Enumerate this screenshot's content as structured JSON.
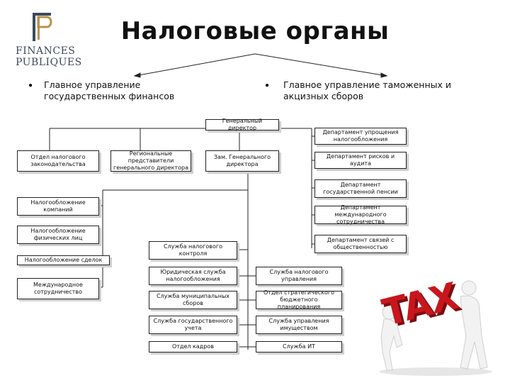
{
  "logo": {
    "line1": "FINANCES",
    "line2": "PUBLIQUES"
  },
  "title": "Налоговые органы",
  "branches": [
    {
      "text": "Главное управление государственных финансов"
    },
    {
      "text": "Главное управление таможенных и акцизных сборов"
    }
  ],
  "boxes": {
    "director": "Генеральный директор",
    "dept_simplification": "Департамент упрощения налогообложения",
    "dept_risks": "Департамент рисков и аудита",
    "dept_pensions": "Департамент государственной пенсии",
    "dept_intl": "Департамент международного сотрудничества",
    "dept_comm": "Департамент связей с общественностью",
    "tax_law": "Отдел налогового законодательства",
    "regional": "Региональные представители генерального директора",
    "deputy": "Зам. Генерального директора",
    "corp_tax": "Налогообложение компаний",
    "personal_tax": "Налогообложение физических лиц",
    "deals_tax": "Налогообложение сделок",
    "intl_coop": "Международное сотрудничество",
    "tax_control": "Служба налогового контроля",
    "legal": "Юридическая служба налогообложения",
    "municipal": "Служба муниципальных сборов",
    "state_account": "Служба государственного учета",
    "hr": "Отдел кадров",
    "tax_mgmt": "Служба налогового управления",
    "strategic": "Отдел стратегического бюджетного планирования",
    "property": "Служба управления имуществом",
    "it": "Служба ИТ"
  },
  "illustration": {
    "word": "TAX"
  },
  "colors": {
    "tax_red": "#c8161d",
    "logo_blue": "#3c4a5c",
    "logo_gold": "#b8934a"
  }
}
